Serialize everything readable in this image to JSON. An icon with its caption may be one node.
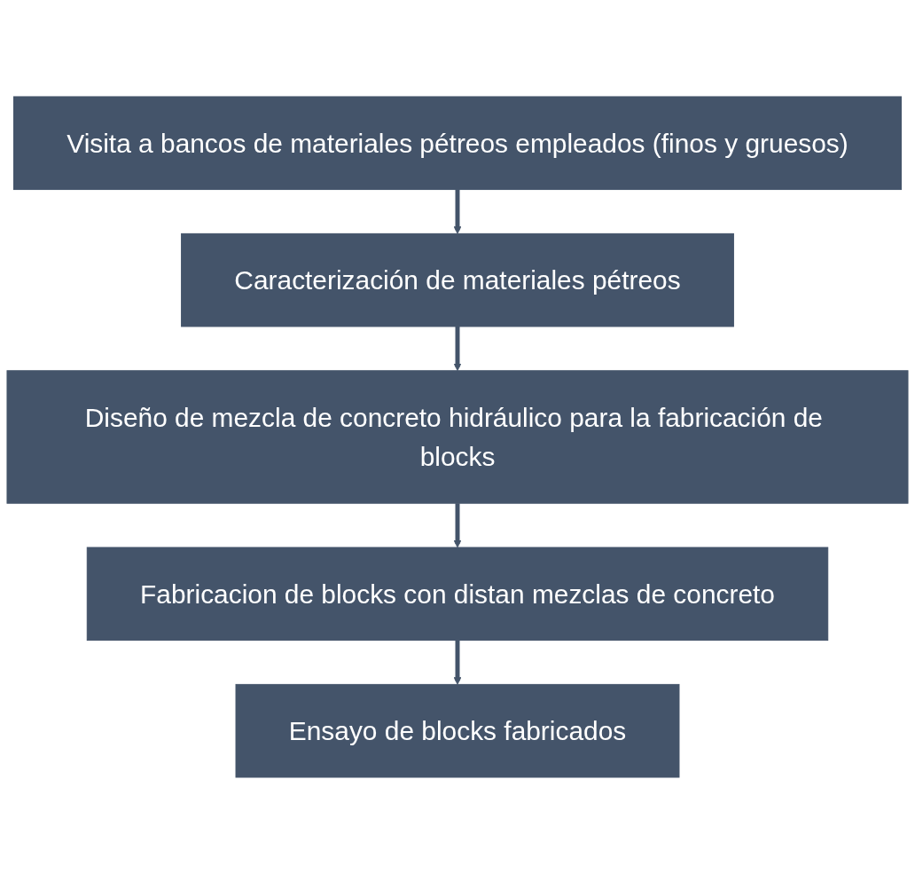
{
  "diagram": {
    "nodes": [
      {
        "text": [
          "Visita a bancos de materiales pétreos empleados (finos y gruesos)"
        ]
      },
      {
        "text": [
          "Caracterización de materiales pétreos"
        ]
      },
      {
        "text": [
          "Diseño de mezcla de concreto hidráulico para la fabricación de blocks"
        ]
      },
      {
        "text": [
          "Fabricacion de blocks con distan mezclas de concreto"
        ]
      },
      {
        "text": [
          "Ensayo de blocks fabricados"
        ]
      }
    ],
    "edges": [
      {
        "from": 0,
        "to": 1,
        "arrow": "to"
      },
      {
        "from": 1,
        "to": 2,
        "arrow": "to"
      },
      {
        "from": 2,
        "to": 3,
        "arrow": "to"
      },
      {
        "from": 3,
        "to": 4,
        "arrow": "to"
      }
    ]
  }
}
